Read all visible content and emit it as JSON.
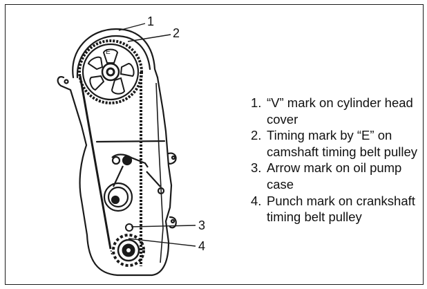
{
  "figure": {
    "callouts": [
      {
        "number": "1"
      },
      {
        "number": "2"
      },
      {
        "number": "3"
      },
      {
        "number": "4"
      }
    ],
    "legend": [
      {
        "number": "1.",
        "text": "“V” mark on cylinder head cover"
      },
      {
        "number": "2.",
        "text": "Timing mark by “E” on camshaft timing belt pulley"
      },
      {
        "number": "3.",
        "text": "Arrow mark on oil pump case"
      },
      {
        "number": "4.",
        "text": "Punch mark on crankshaft timing belt pulley"
      }
    ],
    "pulley_mark_letter": "E",
    "line_color": "#1a1a1a"
  }
}
